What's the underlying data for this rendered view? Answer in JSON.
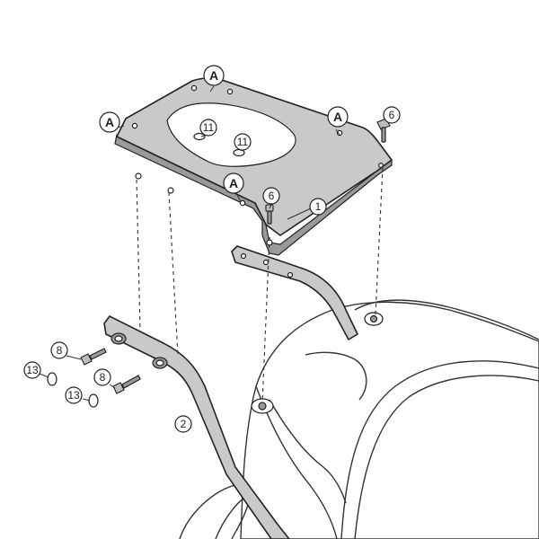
{
  "callouts": {
    "letter": "A",
    "rack_plate": "1",
    "side_bar": "2",
    "screw_top": "6",
    "screw_side": "8",
    "ring": "11",
    "washer": "13"
  }
}
